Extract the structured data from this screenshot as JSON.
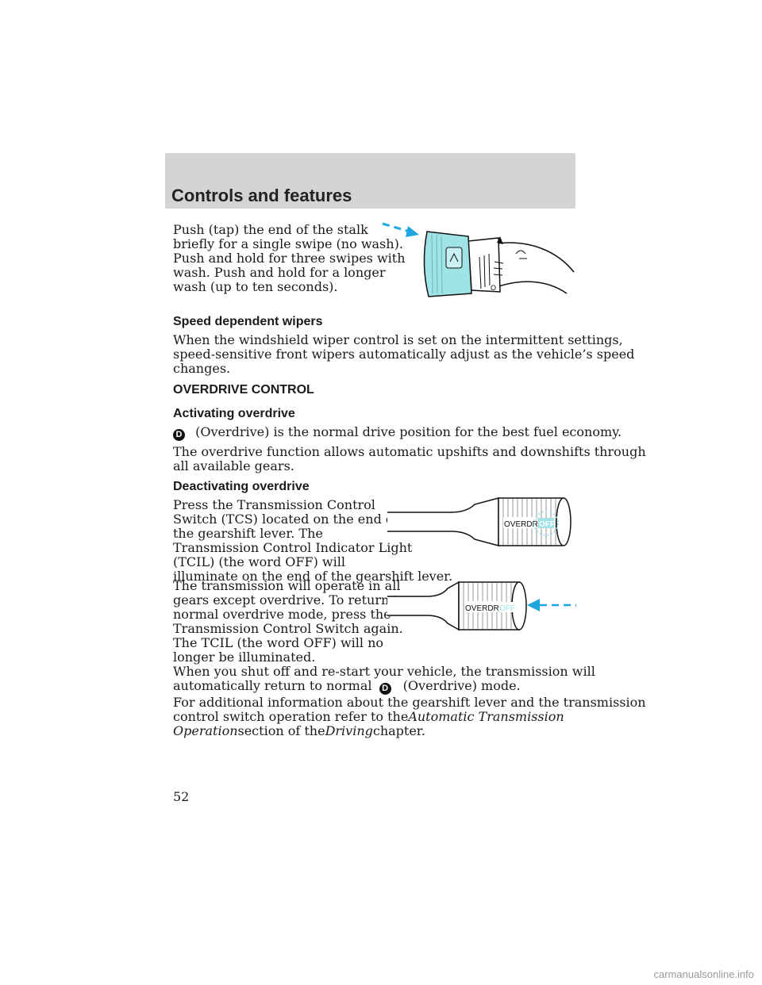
{
  "header": {
    "title": "Controls and features"
  },
  "wiper_wash": {
    "lines": [
      "Push (tap) the end of the stalk",
      "briefly for a single swipe (no wash).",
      "Push and hold for three swipes with",
      "wash. Push and hold for a longer",
      "wash (up to ten seconds)."
    ]
  },
  "speed_wipers": {
    "heading": "Speed dependent wipers",
    "lines": [
      "When the windshield wiper control is set on the intermittent settings,",
      "speed-sensitive front wipers automatically adjust as the vehicle’s speed",
      "changes."
    ]
  },
  "overdrive": {
    "heading": "OVERDRIVE CONTROL",
    "activating_heading": "Activating overdrive",
    "d_symbol": "D",
    "activating_text": "(Overdrive) is the normal drive position for the best fuel economy.",
    "function_lines": [
      "The overdrive function allows automatic upshifts and downshifts through",
      "all available gears."
    ],
    "deactivating_heading": "Deactivating overdrive",
    "press_lines": [
      "Press the Transmission Control",
      "Switch (TCS) located on the end of",
      "the gearshift lever. The",
      "Transmission Control Indicator Light",
      "(TCIL) (the word OFF) will",
      "illuminate on the end of the gearshift lever."
    ],
    "operate_lines": [
      "The transmission will operate in all",
      "gears except overdrive. To return to",
      "normal overdrive mode, press the",
      "Transmission Control Switch again.",
      "The TCIL (the word OFF) will no",
      "longer be illuminated."
    ],
    "restart_line1": "When you shut off and re-start your vehicle, the transmission will",
    "restart_line2_a": "automatically return to normal",
    "restart_line2_b": "(Overdrive) mode.",
    "info_line1": "For additional information about the gearshift lever and the transmission",
    "info_line2_a": "control switch operation refer to the",
    "info_line2_b": "Automatic Transmission",
    "info_line3_a": "Operation",
    "info_line3_b": "section of the",
    "info_line3_c": "Driving",
    "info_line3_d": "chapter.",
    "lever_label": "OVERDRIVE",
    "lever_off": "OFF"
  },
  "page_number": "52",
  "footer": "carmanualsonline.info",
  "colors": {
    "accent": "#9fe3e6",
    "arrow": "#1ea6e0",
    "header_band": "#d4d4d4"
  }
}
